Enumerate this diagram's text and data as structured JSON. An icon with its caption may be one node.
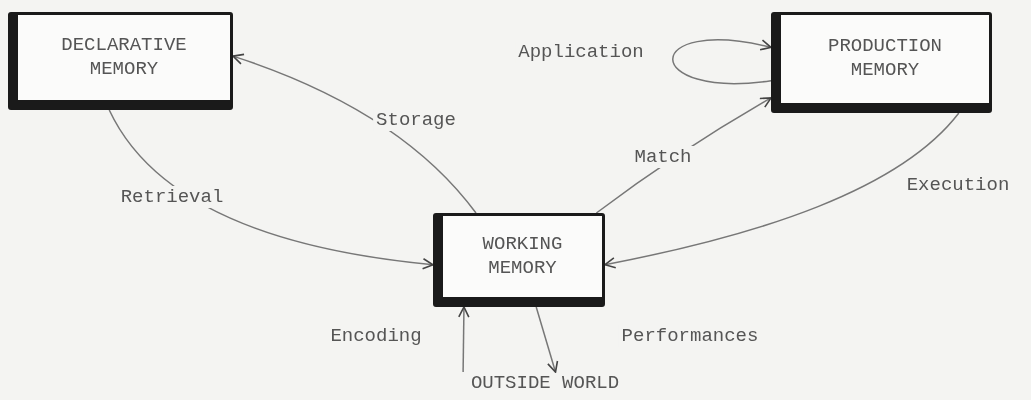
{
  "diagram": {
    "nodes": [
      {
        "text": [
          "DECLARATIVE MEMORY"
        ]
      },
      {
        "text": [
          "PRODUCTION MEMORY"
        ]
      },
      {
        "text": [
          "WORKING MEMORY"
        ]
      },
      {
        "text": [
          "OUTSIDE WORLD"
        ]
      }
    ],
    "edges": [
      {
        "from": 2,
        "to": 0,
        "arrow": "to",
        "label": "Storage"
      },
      {
        "from": 2,
        "to": 1,
        "arrow": "to",
        "label": "Match"
      },
      {
        "from": 0,
        "to": 2,
        "arrow": "to",
        "label": "Retrieval"
      },
      {
        "from": 1,
        "to": 2,
        "arrow": "to",
        "label": "Execution"
      },
      {
        "from": 1,
        "to": 1,
        "arrow": "to",
        "label": "Application"
      },
      {
        "from": 3,
        "to": 2,
        "arrow": "to",
        "label": "Encoding"
      },
      {
        "from": 2,
        "to": 3,
        "arrow": "to",
        "label": "Performances"
      }
    ]
  }
}
